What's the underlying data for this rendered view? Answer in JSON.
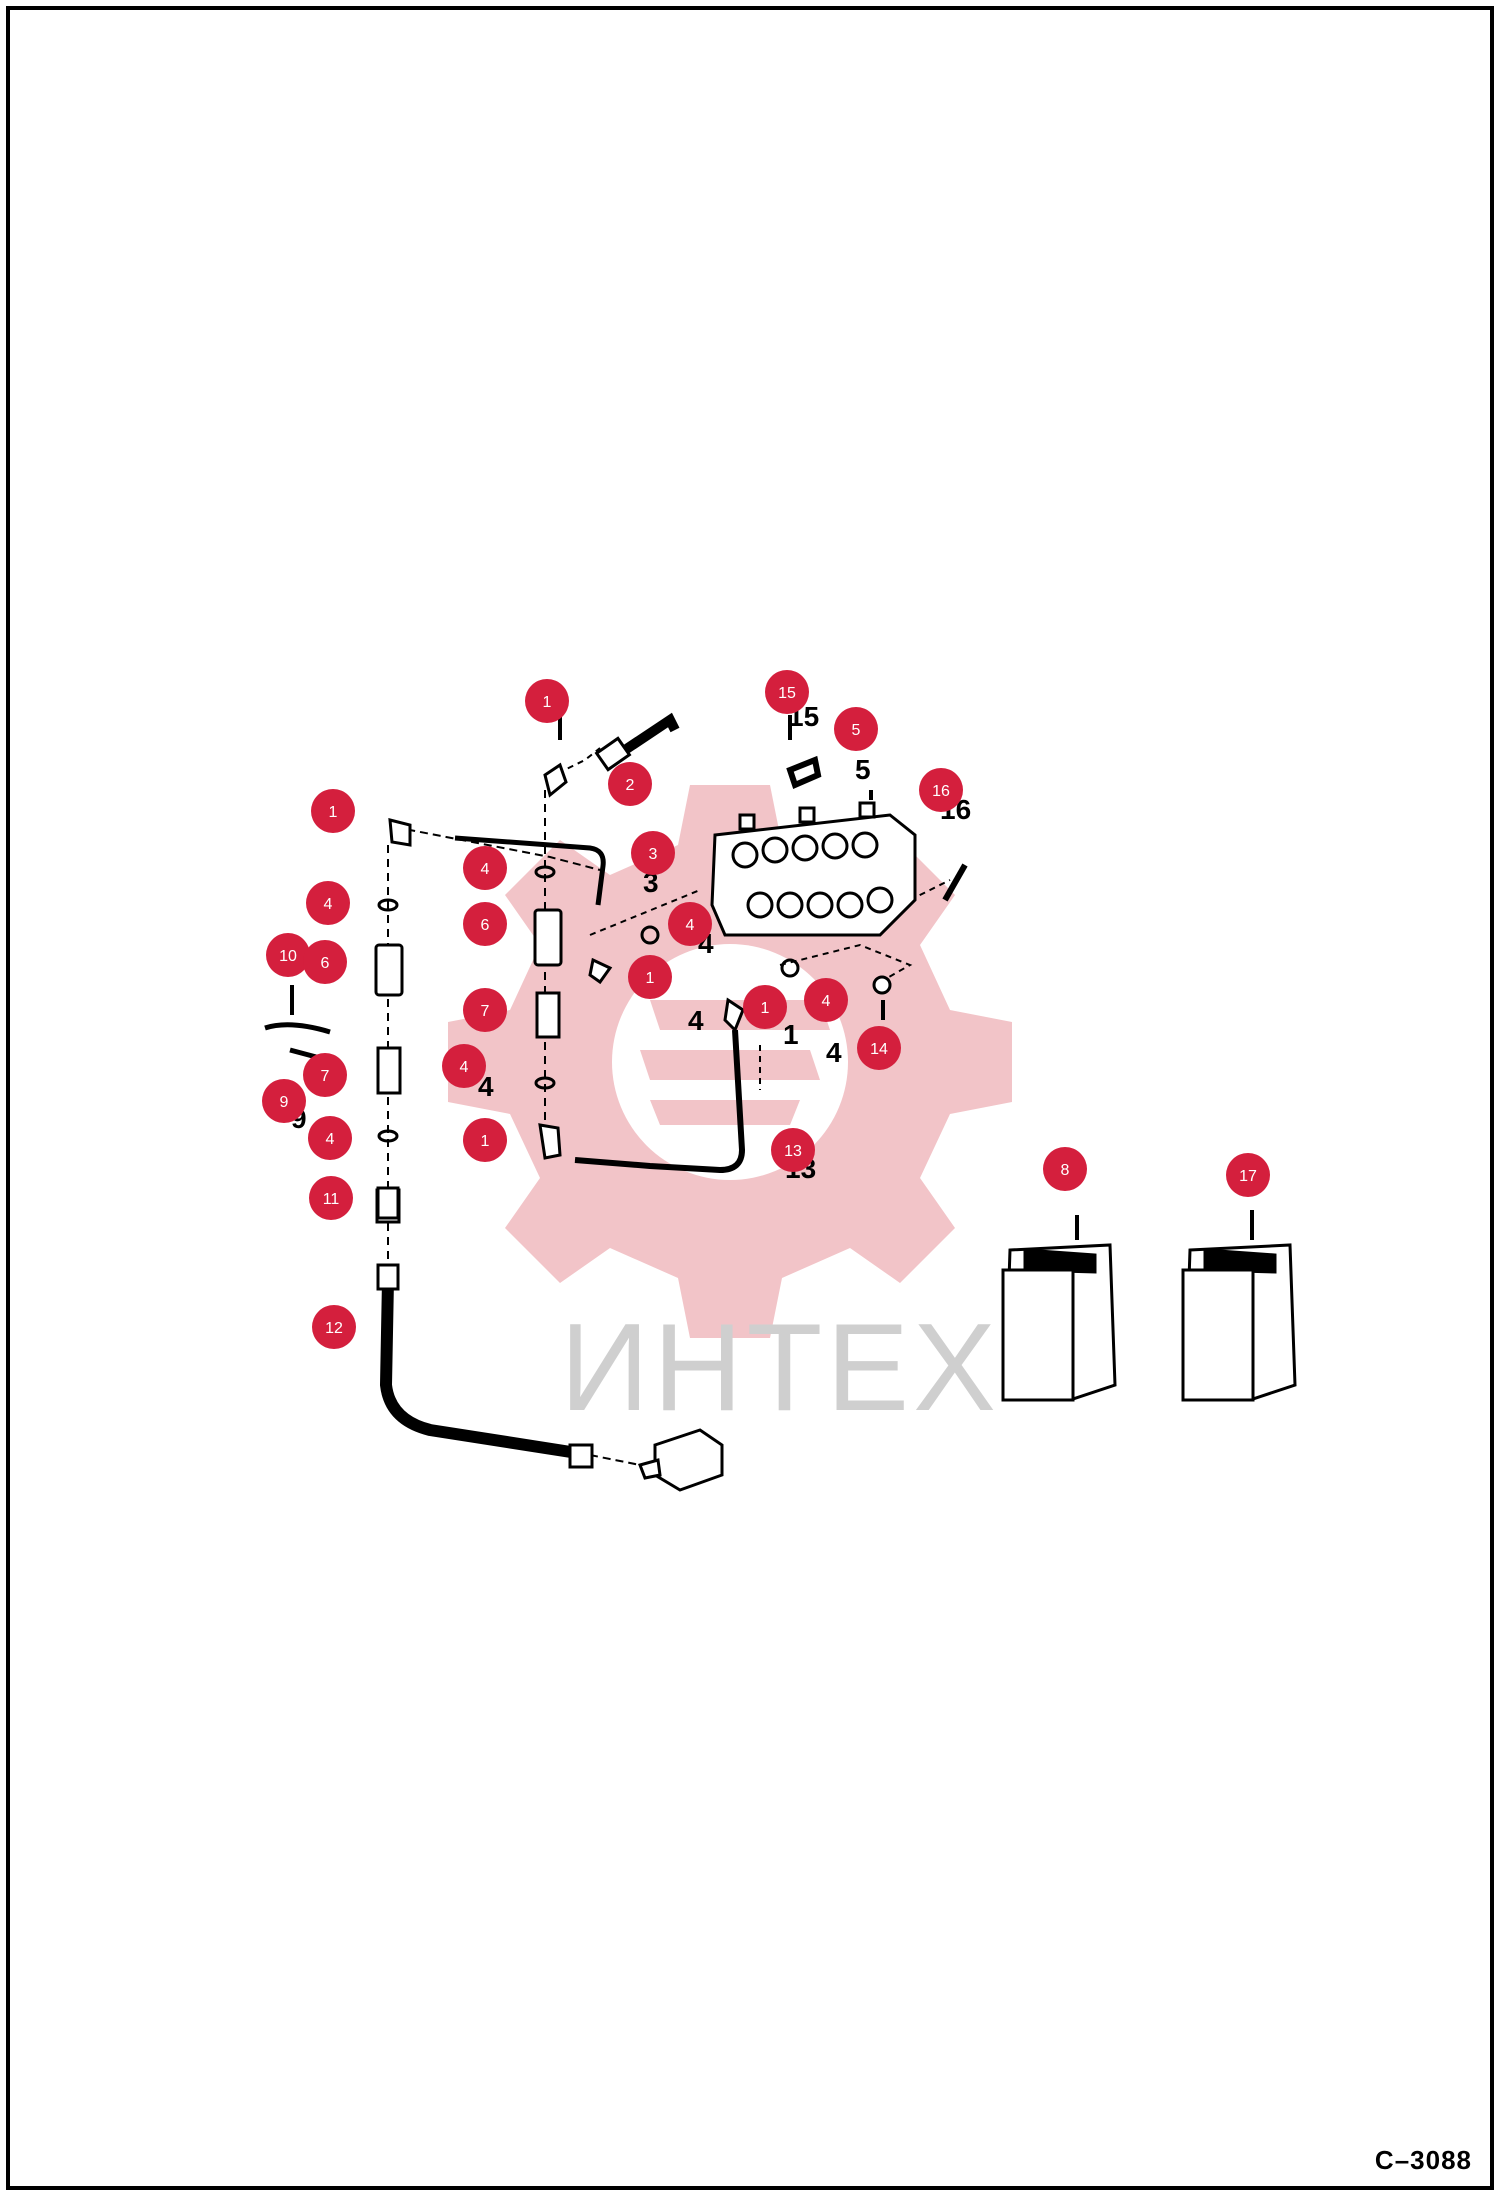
{
  "document": {
    "reference_code": "C–3088",
    "watermark_text": "ИНТЕХ"
  },
  "colors": {
    "callout_fill": "#d41f3d",
    "callout_text": "#ffffff",
    "line": "#000000",
    "watermark_gear": "#f2c4c8",
    "watermark_text": "#cfcfcf"
  },
  "callouts": [
    {
      "id": "c1",
      "label": "1"
    },
    {
      "id": "c2",
      "label": "2"
    },
    {
      "id": "c3",
      "label": "1"
    },
    {
      "id": "c4",
      "label": "3"
    },
    {
      "id": "c5",
      "label": "4"
    },
    {
      "id": "c6",
      "label": "4"
    },
    {
      "id": "c7",
      "label": "6"
    },
    {
      "id": "c8",
      "label": "4"
    },
    {
      "id": "c9",
      "label": "1"
    },
    {
      "id": "c10",
      "label": "15"
    },
    {
      "id": "c11",
      "label": "5"
    },
    {
      "id": "c12",
      "label": "16"
    },
    {
      "id": "c13",
      "label": "10"
    },
    {
      "id": "c14",
      "label": "6"
    },
    {
      "id": "c15",
      "label": "7"
    },
    {
      "id": "c16",
      "label": "1"
    },
    {
      "id": "c17",
      "label": "4"
    },
    {
      "id": "c18",
      "label": "14"
    },
    {
      "id": "c19",
      "label": "7"
    },
    {
      "id": "c20",
      "label": "9"
    },
    {
      "id": "c21",
      "label": "4"
    },
    {
      "id": "c22",
      "label": "4"
    },
    {
      "id": "c23",
      "label": "1"
    },
    {
      "id": "c24",
      "label": "13"
    },
    {
      "id": "c25",
      "label": "11"
    },
    {
      "id": "c26",
      "label": "12"
    },
    {
      "id": "c27",
      "label": "8"
    },
    {
      "id": "c28",
      "label": "17"
    }
  ],
  "printed_numbers": [
    {
      "id": "p1",
      "text": "15"
    },
    {
      "id": "p2",
      "text": "5"
    },
    {
      "id": "p3",
      "text": "16"
    },
    {
      "id": "p4",
      "text": "3"
    },
    {
      "id": "p5",
      "text": "4"
    },
    {
      "id": "p6",
      "text": "1"
    },
    {
      "id": "p7",
      "text": "4"
    },
    {
      "id": "p8",
      "text": "4"
    },
    {
      "id": "p9",
      "text": "9"
    },
    {
      "id": "p10",
      "text": "4"
    },
    {
      "id": "p11",
      "text": "13"
    }
  ]
}
